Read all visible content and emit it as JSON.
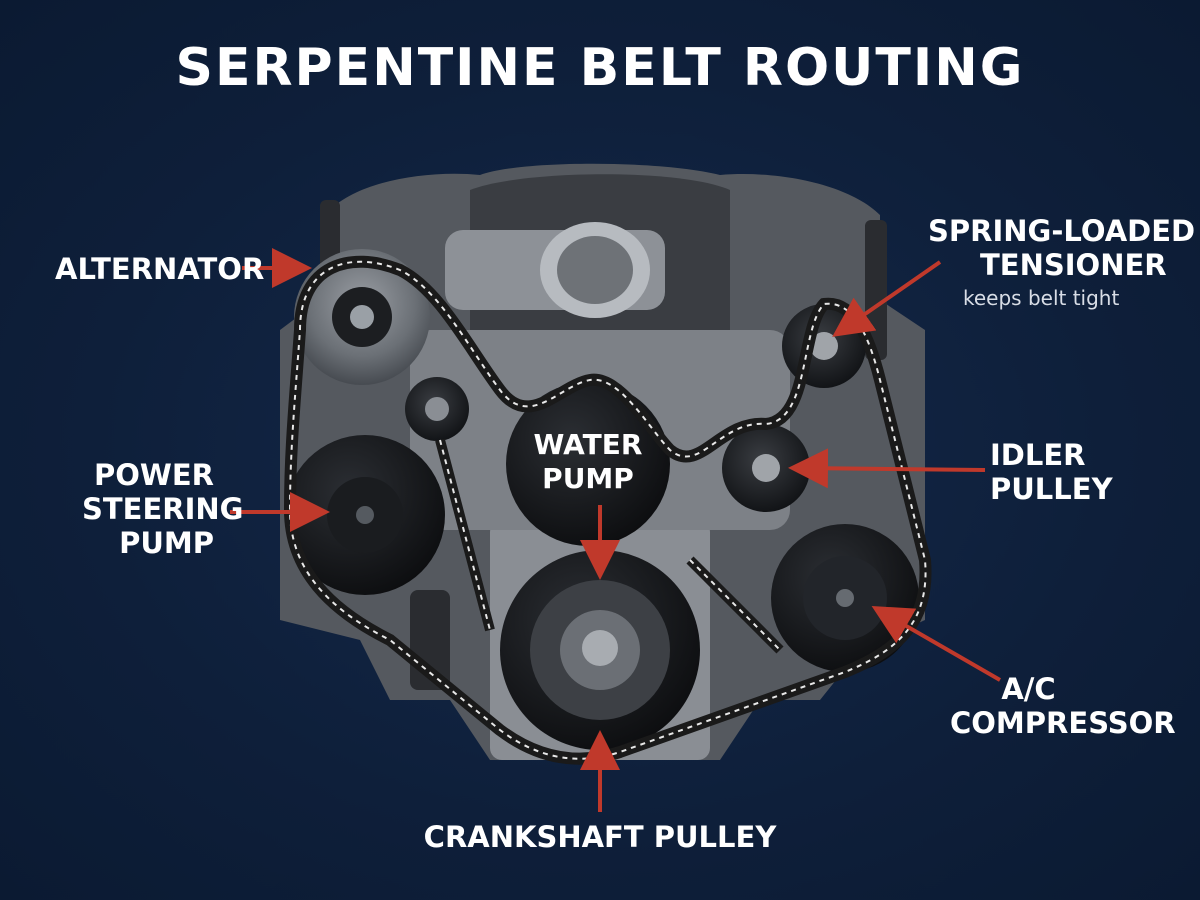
{
  "title": "SERPENTINE BELT ROUTING",
  "colors": {
    "background": "#0e1f3a",
    "arrow": "#c0392b",
    "text": "#ffffff",
    "belt": "#1a1a1a",
    "belt_dash": "#e8e8e8"
  },
  "components": {
    "alternator": {
      "label": "ALTERNATOR"
    },
    "tensioner": {
      "line1": "SPRING-LOADED",
      "line2": "TENSIONER",
      "note": "keeps belt tight"
    },
    "power_steering": {
      "line1": "POWER",
      "line2": "STEERING",
      "line3": "PUMP"
    },
    "water_pump": {
      "line1": "WATER",
      "line2": "PUMP"
    },
    "idler": {
      "line1": "IDLER",
      "line2": "PULLEY"
    },
    "ac": {
      "line1": "A/C",
      "line2": "COMPRESSOR"
    },
    "crankshaft": {
      "label": "CRANKSHAFT PULLEY"
    }
  }
}
